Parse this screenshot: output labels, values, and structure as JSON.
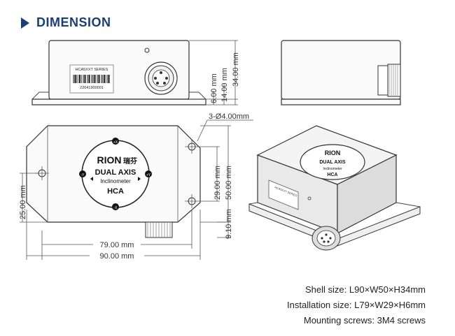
{
  "header": {
    "title": "DIMENSION"
  },
  "drawing": {
    "front_label_series": "HCA5XXT SERIES",
    "front_serial": "22041900001",
    "dims": {
      "d6": "6.00 mm",
      "d14": "14.00 mm",
      "d34": "34.00 mm",
      "holes": "3-Ø4.00mm",
      "d29": "29.00 mm",
      "d50": "50.00 mm",
      "d25": "25.00 mm",
      "d910": "9.10 mm",
      "d79": "79.00 mm",
      "d90": "90.00 mm"
    },
    "logo": {
      "brand": "RION",
      "brand_cn": "瑞芬",
      "line1": "DUAL AXIS",
      "line2": "Inclinometer",
      "line3": "HCA",
      "axis_plus_x": "+X",
      "axis_minus_x": "-X",
      "axis_plus_y": "+Y",
      "axis_minus_y": "-Y"
    },
    "iso_label_series": "HCA5XXT SERIES"
  },
  "specs": {
    "shell": "Shell size: L90×W50×H34mm",
    "install": "Installation size: L79×W29×H6mm",
    "screws": "Mounting screws: 3M4 screws"
  }
}
